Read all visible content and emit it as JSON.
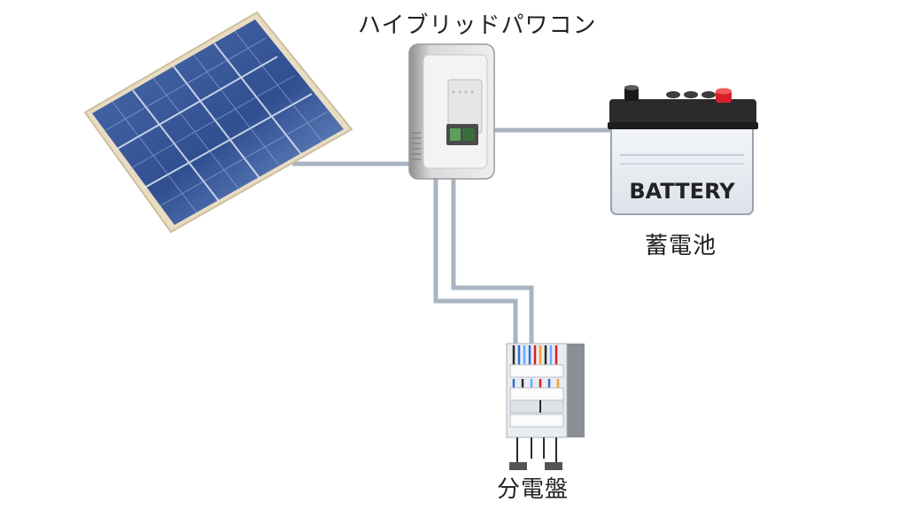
{
  "labels": {
    "inverter": "ハイブリッドパワコン",
    "battery": "蓄電池",
    "distribution_board": "分電盤"
  },
  "battery_text": "BATTERY",
  "colors": {
    "cable": "#a9b4c2",
    "panel_cell": "#3e5f9e",
    "panel_frame": "#e9dcc2",
    "battery_top": "#2b2b2b",
    "battery_terminal_pos": "#d8202a",
    "inverter_body": "#e4e4e4"
  },
  "icons": [
    "solar-panel-icon",
    "hybrid-inverter-icon",
    "battery-icon",
    "distribution-board-icon"
  ]
}
